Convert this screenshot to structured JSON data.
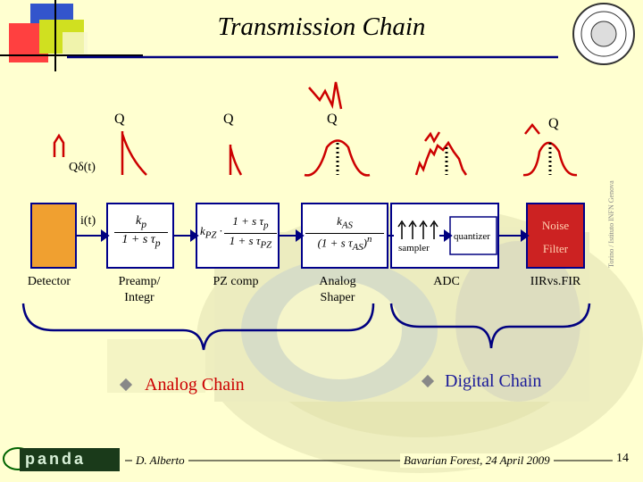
{
  "title": "Transmission Chain",
  "signal_labels": {
    "q1": "Q",
    "q2": "Q",
    "q3": "Q",
    "q4": "Q",
    "qdelta": "Qδ(t)",
    "current": "i(t)"
  },
  "blocks": {
    "detector": "Detector",
    "preamp_line1": "Preamp/",
    "preamp_line2": "Integr",
    "pz": "PZ comp",
    "shaper_line1": "Analog",
    "shaper_line2": "Shaper",
    "adc": "ADC",
    "sampler": "sampler",
    "quantizer": "quantizer",
    "noise_filter_line1": "Noise",
    "noise_filter_line2": "Filter",
    "iir_fir": "IIRvs.FIR"
  },
  "formulas": {
    "preamp_num": "k",
    "preamp_num_sub": "p",
    "preamp_den": "1 + s τ",
    "preamp_den_sub": "p",
    "pz_prefix": "k",
    "pz_prefix_sub": "PZ",
    "pz_num": "1 + s τ",
    "pz_num_sub": "p",
    "pz_den": "1 + s τ",
    "pz_den_sub": "PZ",
    "shaper_num": "k",
    "shaper_num_sub": "AS",
    "shaper_den": "(1 + s τ",
    "shaper_den_sub": "AS",
    "shaper_den_close": ")",
    "shaper_den_exp": "n"
  },
  "groups": {
    "analog": "Analog Chain",
    "digital": "Digital Chain"
  },
  "footer": {
    "logo": "panda",
    "author": "D. Alberto",
    "event": "Bavarian Forest, 24 April 2009",
    "page": "14"
  },
  "side_note": "Torino / Istituto INFN Genova",
  "colors": {
    "background": "#ffffd0",
    "box_border": "#00008b",
    "arrow": "#000080",
    "signal_red": "#cc0000",
    "accent_green": "#006400",
    "group_blue": "#1a1a99",
    "detector_fill": "#f0a030",
    "filter_fill": "#cc2222"
  }
}
